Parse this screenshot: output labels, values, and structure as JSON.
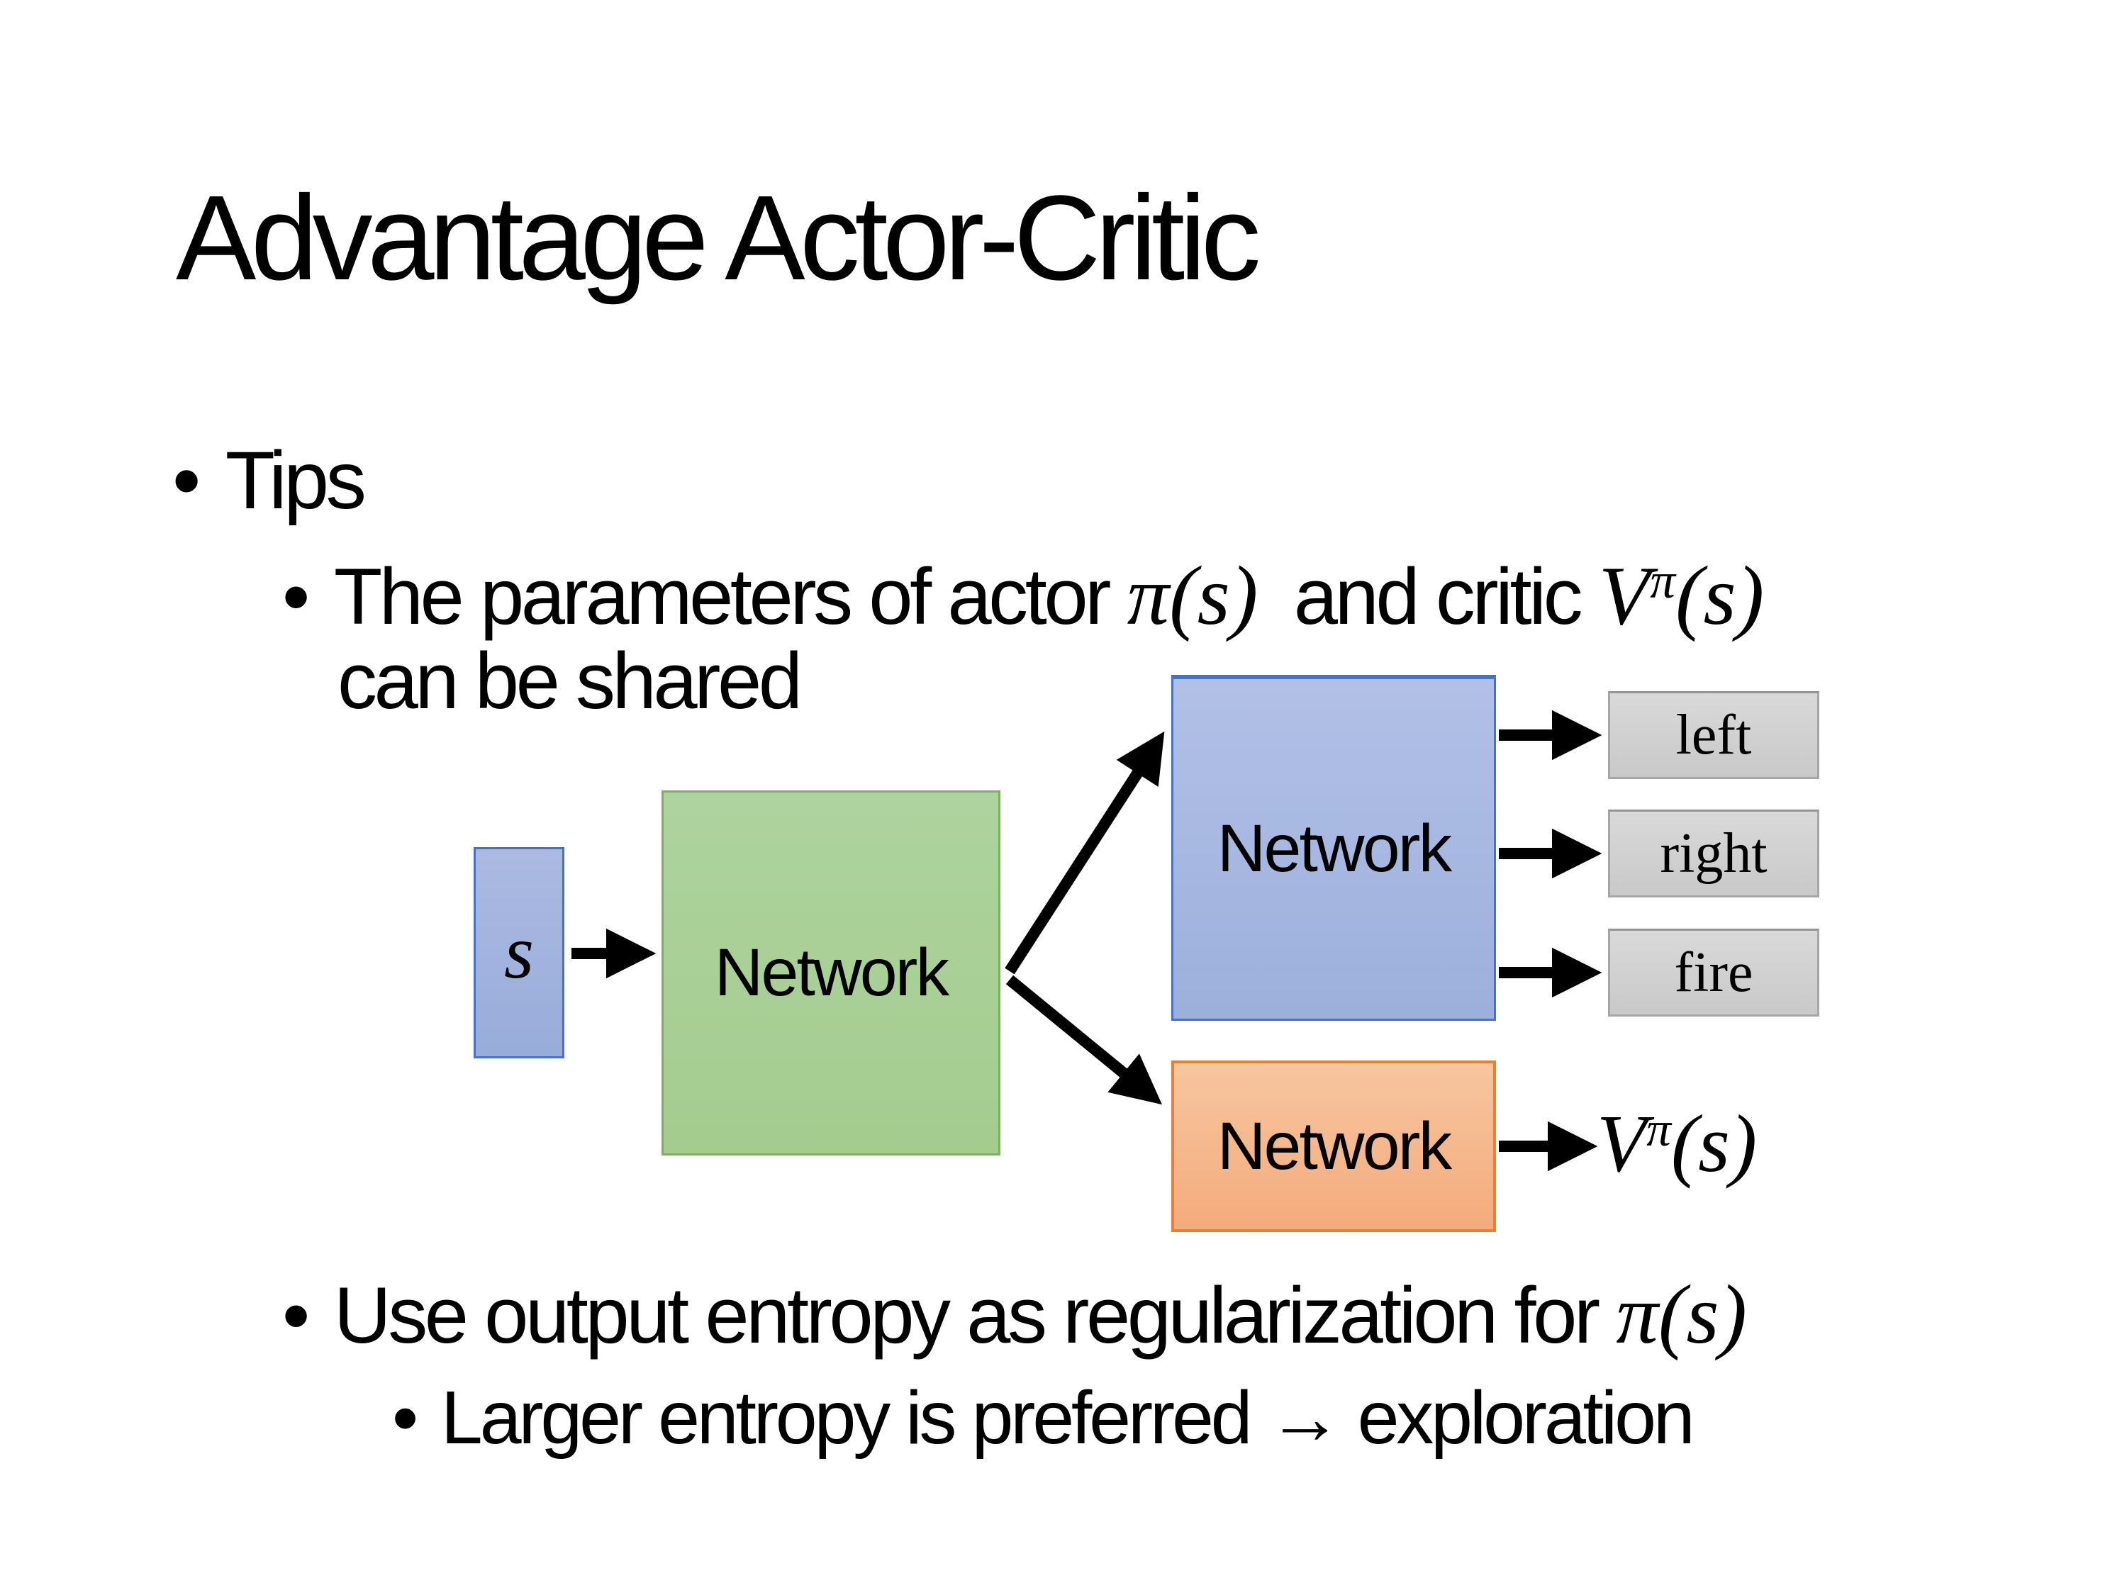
{
  "slide": {
    "title": "Advantage Actor-Critic",
    "bullet_char": "•",
    "bullets": {
      "tips": "Tips",
      "shared_pre": "The parameters of actor ",
      "shared_math1": "π(s)",
      "shared_mid": "and critic ",
      "shared_math2_base": "V",
      "shared_math2_sup": "π",
      "shared_math2_tail": "(s)",
      "shared_line2": "can be shared",
      "entropy_pre": "Use output entropy as regularization for ",
      "entropy_math": "π(s)",
      "entropy_sub": "Larger entropy is preferred → exploration"
    },
    "diagram": {
      "state_label": "s",
      "shared_network_label": "Network",
      "actor_network_label": "Network",
      "critic_network_label": "Network",
      "actions": [
        "left",
        "right",
        "fire"
      ],
      "value_base": "V",
      "value_sup": "π",
      "value_tail": "(s)",
      "colors": {
        "state_fill": "#9FB3E0",
        "state_border": "#4472C4",
        "shared_fill": "#A9D18E",
        "shared_border": "#7FAD62",
        "actor_fill": "#A3B5DF",
        "actor_border": "#4472C4",
        "critic_fill": "#F4B183",
        "critic_border": "#ED7D31",
        "action_fill": "#D2D2D2",
        "action_border": "#A6A6A6",
        "arrow": "#000000",
        "background": "#FFFFFF",
        "text": "#000000"
      }
    }
  }
}
